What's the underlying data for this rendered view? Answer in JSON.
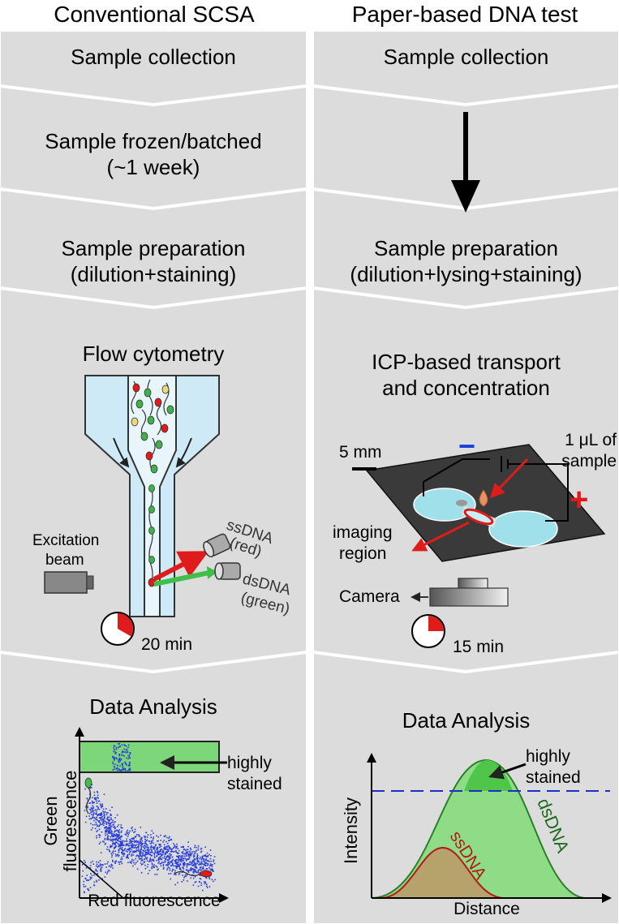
{
  "left": {
    "title": "Conventional SCSA",
    "steps": {
      "collection": "Sample collection",
      "frozen_line1": "Sample frozen/batched",
      "frozen_line2": "(~1 week)",
      "prep_line1": "Sample preparation",
      "prep_line2": "(dilution+staining)",
      "flow": "Flow cytometry",
      "analysis": "Data Analysis"
    },
    "labels": {
      "ssdna_line1": "ssDNA",
      "ssdna_line2": "(red)",
      "dsdna_line1": "dsDNA",
      "dsdna_line2": "(green)",
      "excitation_line1": "Excitation",
      "excitation_line2": "beam",
      "time": "20 min",
      "highly_line1": "highly",
      "highly_line2": "stained",
      "xlabel": "Red fluorescence",
      "ylabel_line1": "Green",
      "ylabel_line2": "fluorescence"
    },
    "timer_fraction": 0.333
  },
  "right": {
    "title": "Paper-based DNA test",
    "steps": {
      "collection": "Sample collection",
      "prep_line1": "Sample preparation",
      "prep_line2": "(dilution+lysing+staining)",
      "icp_line1": "ICP-based transport",
      "icp_line2": "and concentration",
      "analysis": "Data Analysis"
    },
    "labels": {
      "scale": "5 mm",
      "sample_line1": "1 μL of",
      "sample_line2": "sample",
      "imaging_line1": "imaging",
      "imaging_line2": "region",
      "camera": "Camera",
      "time": "15 min",
      "highly_line1": "highly",
      "highly_line2": "stained",
      "dsdna": "dsDNA",
      "ssdna": "ssDNA",
      "xlabel": "Distance",
      "ylabel": "Intensity",
      "minus": "−",
      "plus": "+"
    },
    "timer_fraction": 0.25
  },
  "colors": {
    "panel_gray": "#dcdcdc",
    "panel_edge": "#ffffff",
    "channel_blue": "#cfeaf7",
    "chip_black": "#3a3a3a",
    "reservoir_cyan": "#9fe0ea",
    "green_fill": "#7ed67a",
    "red_accent": "#e01b1b",
    "dots_blue": "#2a3fd6",
    "threshold_blue": "#1a2fc8"
  }
}
